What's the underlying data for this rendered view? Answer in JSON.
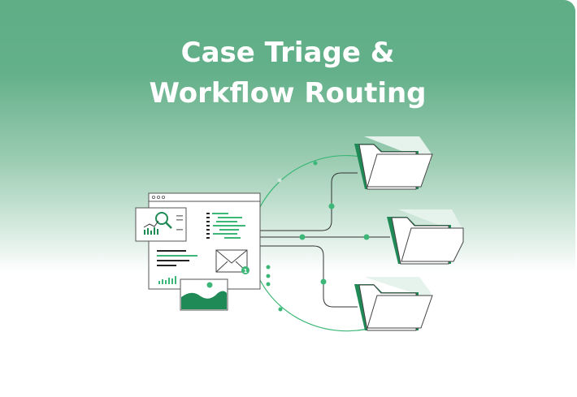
{
  "header": {
    "title_line1": "Case Triage &",
    "title_line2": "Workflow Routing"
  },
  "badge": {
    "count": "1"
  },
  "colors": {
    "accent": "#1f8a55",
    "accent_light": "#3db777",
    "header_green": "#63b08a",
    "line_dark": "#333333"
  },
  "icons": [
    "dashboard-window-icon",
    "magnifier-chart-icon",
    "envelope-icon",
    "image-icon",
    "folder-icon"
  ]
}
